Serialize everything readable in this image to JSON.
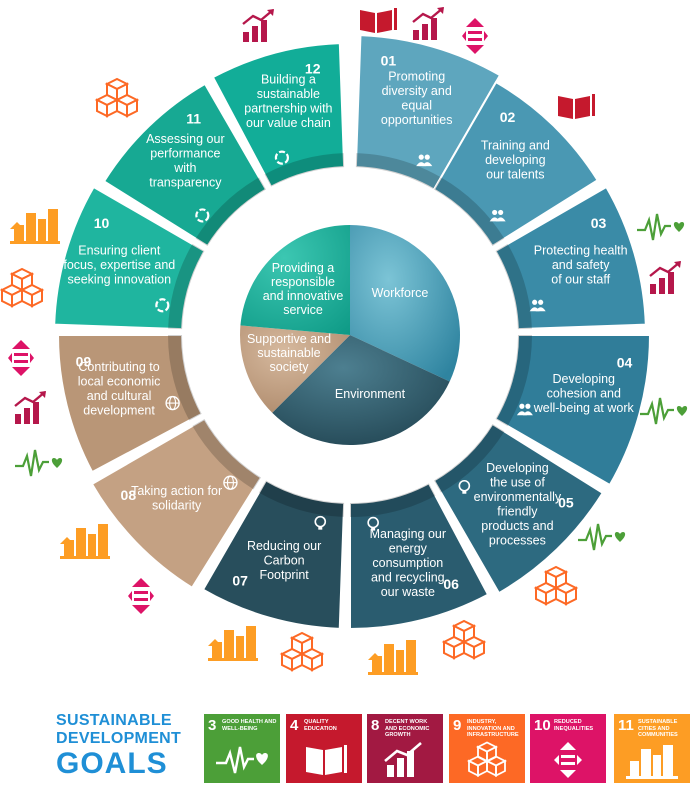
{
  "colors": {
    "workforce": "#3c93ad",
    "environment": "#284e5c",
    "society": "#c09a7b",
    "service": "#12ad98",
    "sdg3": "#4c9f38",
    "sdg4": "#c5192d",
    "sdg8": "#a21942",
    "sdg9": "#fd6925",
    "sdg10": "#dd1367",
    "sdg11": "#fd9d24",
    "sdg_logo": "#1f8fd6"
  },
  "core": {
    "workforce": "Workforce",
    "environment": "Environment",
    "society": [
      "Supportive and",
      "sustainable",
      "society"
    ],
    "service": [
      "Providing a",
      "responsible",
      "and innovative",
      "service"
    ]
  },
  "segments": [
    {
      "num": "01",
      "lines": [
        "Promoting",
        "diversity and",
        "equal",
        "opportunities"
      ],
      "icon": "people-icon"
    },
    {
      "num": "02",
      "lines": [
        "Training and",
        "developing",
        "our talents"
      ],
      "icon": "people-icon"
    },
    {
      "num": "03",
      "lines": [
        "Protecting health",
        "and safety",
        "of our staff"
      ],
      "icon": "people-icon"
    },
    {
      "num": "04",
      "lines": [
        "Developing",
        "cohesion and",
        "well-being at work"
      ],
      "icon": "people-icon"
    },
    {
      "num": "05",
      "lines": [
        "Developing",
        "the use of",
        "environmentally",
        "friendly",
        "products and",
        "processes"
      ],
      "icon": "lightbulb-icon"
    },
    {
      "num": "06",
      "lines": [
        "Managing our",
        "energy",
        "consumption",
        "and recycling",
        "our waste"
      ],
      "icon": "lightbulb-icon"
    },
    {
      "num": "07",
      "lines": [
        "Reducing our",
        "Carbon",
        "Footprint"
      ],
      "icon": "lightbulb-icon"
    },
    {
      "num": "08",
      "lines": [
        "Taking action for",
        "solidarity"
      ],
      "icon": "globe-icon"
    },
    {
      "num": "09",
      "lines": [
        "Contributing to",
        "local economic",
        "and cultural",
        "development"
      ],
      "icon": "globe-icon"
    },
    {
      "num": "10",
      "lines": [
        "Ensuring client",
        "focus, expertise and",
        "seeking innovation"
      ],
      "icon": "cycle-icon"
    },
    {
      "num": "11",
      "lines": [
        "Assessing our",
        "performance",
        "with",
        "transparency"
      ],
      "icon": "cycle-icon"
    },
    {
      "num": "12",
      "lines": [
        "Building a",
        "sustainable",
        "partnership with",
        "our value chain"
      ],
      "icon": "cycle-icon"
    }
  ],
  "sdg_logo": {
    "line1": "SUSTAINABLE",
    "line2": "DEVELOPMENT",
    "line3": "GOALS"
  },
  "sdgs": [
    {
      "num": "3",
      "title": "GOOD HEALTH AND WELL-BEING",
      "icon": "heartbeat-icon",
      "color": "#4c9f38"
    },
    {
      "num": "4",
      "title": "QUALITY EDUCATION",
      "icon": "book-icon",
      "color": "#c5192d"
    },
    {
      "num": "8",
      "title": "DECENT WORK AND ECONOMIC GROWTH",
      "icon": "growth-chart-icon",
      "color": "#a21942"
    },
    {
      "num": "9",
      "title": "INDUSTRY, INNOVATION AND INFRASTRUCTURE",
      "icon": "cubes-icon",
      "color": "#fd6925"
    },
    {
      "num": "10",
      "title": "REDUCED INEQUALITIES",
      "icon": "inequality-arrows-icon",
      "color": "#dd1367"
    },
    {
      "num": "11",
      "title": "SUSTAINABLE CITIES AND COMMUNITIES",
      "icon": "city-icon",
      "color": "#fd9d24"
    }
  ]
}
